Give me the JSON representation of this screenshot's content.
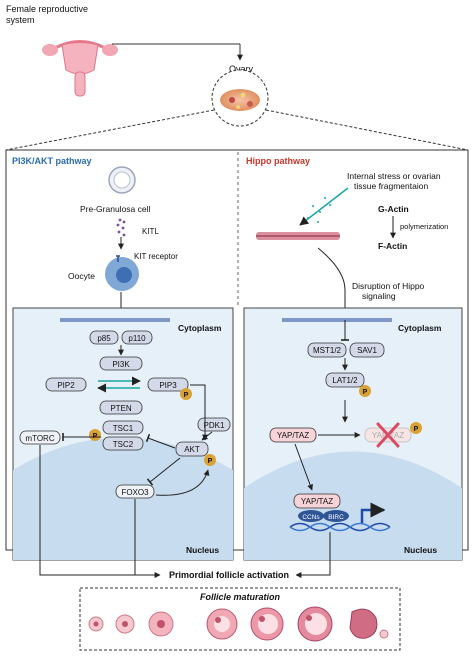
{
  "top": {
    "title_line1": "Female reproductive",
    "title_line2": "system",
    "ovary": "Ovary"
  },
  "pi3k": {
    "title": "PI3K/AKT pathway",
    "pregranulosa": "Pre-Granulosa cell",
    "kitl": "KITL",
    "oocyte": "Oocyte",
    "kit_receptor": "KIT receptor",
    "cytoplasm": "Cytoplasm",
    "nucleus": "Nucleus",
    "p85": "p85",
    "p110": "p110",
    "pi3k": "PI3K",
    "pip2": "PIP2",
    "pip3": "PIP3",
    "pten": "PTEN",
    "pdk1": "PDK1",
    "tsc1": "TSC1",
    "tsc2": "TSC2",
    "akt": "AKT",
    "mtorc": "mTORC",
    "foxo3": "FOXO3",
    "p": "P"
  },
  "hippo": {
    "title": "Hippo pathway",
    "stress_line1": "Internal  stress or ovarian",
    "stress_line2": "tissue fragmentaion",
    "gactin": "G-Actin",
    "polymerization": "polymerization",
    "factin": "F-Actin",
    "disruption_line1": "Disruption of Hippo",
    "disruption_line2": "signaling",
    "cytoplasm": "Cytoplasm",
    "nucleus": "Nucleus",
    "mst": "MST1/2",
    "sav1": "SAV1",
    "lat": "LAT1/2",
    "yaptaz": "YAP/TAZ",
    "yaptaz_blocked": "YAP/TAZ",
    "yaptaz_nuclear": "YAP/TAZ",
    "ccns": "CCNs",
    "birc": "BIRC",
    "p": "P"
  },
  "bottom": {
    "activation": "Primordial follicle activation",
    "maturation": "Follicle maturation"
  },
  "colors": {
    "pi3k_title": "#2b6cb0",
    "hippo_title": "#c0392b",
    "phospho": "#d9a233",
    "node_fill": "#d3d9e8",
    "panel_fill": "#e6f0f9",
    "nucleus_fill": "#c7dcee"
  }
}
